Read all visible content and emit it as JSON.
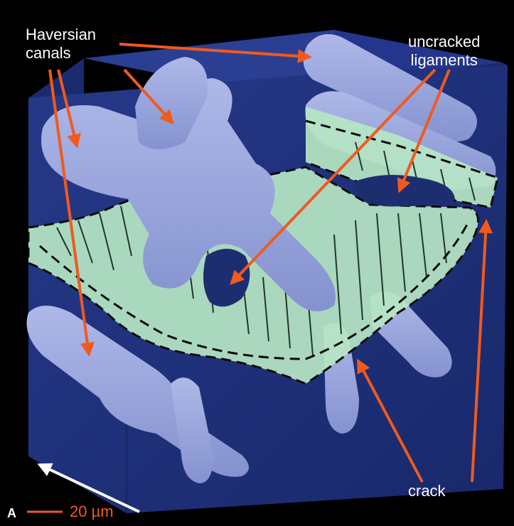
{
  "figure": {
    "panel_letter": "A",
    "labels": {
      "haversian_line1": "Haversian",
      "haversian_line2": "canals",
      "uncracked_line1": "uncracked",
      "uncracked_line2": "ligaments",
      "crack": "crack"
    },
    "scale_bar": {
      "label": "20 µm"
    },
    "colors": {
      "background": "#000000",
      "volume": "#1c2e70",
      "canal": "#9aa6dd",
      "crack": "#b6e6c4",
      "arrow": "#f05a1e",
      "label_text": "#ffffff",
      "scale": "#f05a1e"
    }
  }
}
